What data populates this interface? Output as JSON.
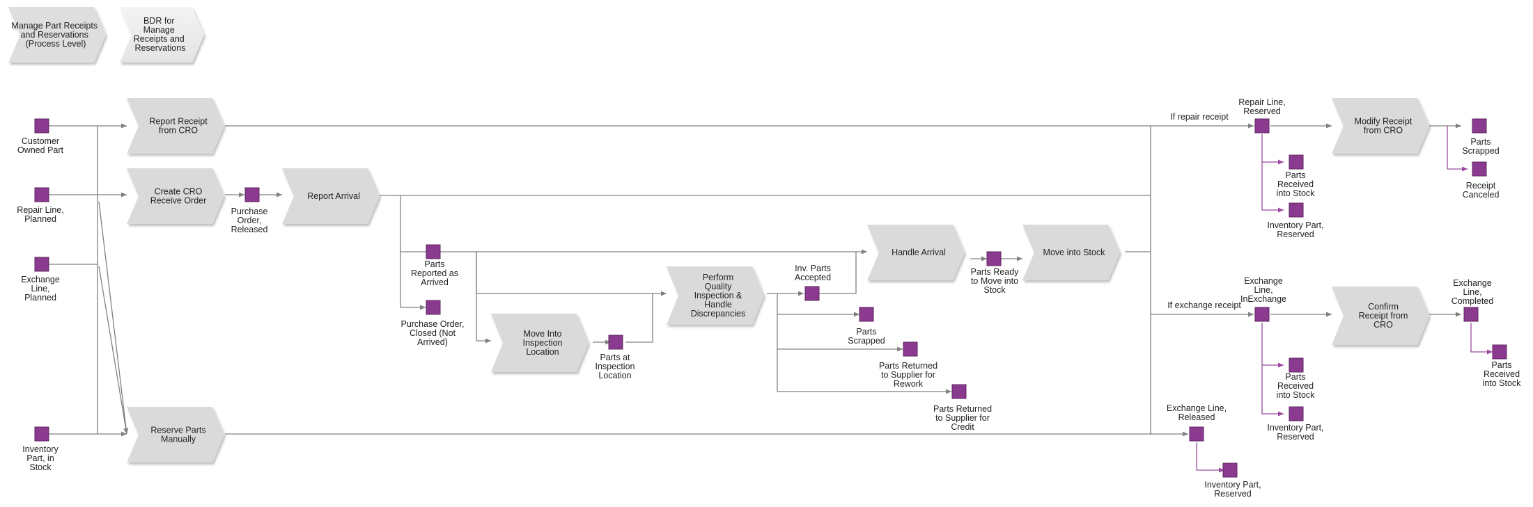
{
  "colors": {
    "process_fill": "#dadada",
    "header_process_fill": "#dedede",
    "header_process_fill_light": "#ececec",
    "state_fill": "#8a3b8f",
    "state_border": "#5e2462",
    "connector_gray": "#808080",
    "connector_purple": "#9b4aa0",
    "text": "#222222"
  },
  "header": {
    "process_level": [
      "Manage Part Receipts",
      "and Reservations",
      "(Process Level)"
    ],
    "bdr": [
      "BDR for",
      "Manage",
      "Receipts and",
      "Reservations"
    ]
  },
  "processes": {
    "report_receipt_cro": [
      "Report Receipt",
      "from CRO"
    ],
    "create_cro_receive_order": [
      "Create CRO",
      "Receive Order"
    ],
    "report_arrival": [
      "Report Arrival"
    ],
    "reserve_parts_manually": [
      "Reserve Parts",
      "Manually"
    ],
    "move_into_inspection": [
      "Move Into",
      "Inspection",
      "Location"
    ],
    "perform_quality_inspection": [
      "Perform",
      "Quality",
      "Inspection &",
      "Handle",
      "Discrepancies"
    ],
    "handle_arrival": [
      "Handle Arrival"
    ],
    "move_into_stock": [
      "Move into Stock"
    ],
    "modify_receipt_cro": [
      "Modify Receipt",
      "from CRO"
    ],
    "confirm_receipt_cro": [
      "Confirm",
      "Receipt from",
      "CRO"
    ]
  },
  "states": {
    "customer_owned_part": [
      "Customer",
      "Owned Part"
    ],
    "repair_line_planned": [
      "Repair Line,",
      "Planned"
    ],
    "exchange_line_planned": [
      "Exchange",
      "Line,",
      "Planned"
    ],
    "inventory_part_in_stock": [
      "Inventory",
      "Part, in",
      "Stock"
    ],
    "purchase_order_released": [
      "Purchase",
      "Order,",
      "Released"
    ],
    "parts_reported_arrived": [
      "Parts",
      "Reported as",
      "Arrived"
    ],
    "purchase_order_closed": [
      "Purchase Order,",
      "Closed (Not",
      "Arrived)"
    ],
    "parts_at_inspection": [
      "Parts at",
      "Inspection",
      "Location"
    ],
    "inv_parts_accepted": [
      "Inv. Parts",
      "Accepted"
    ],
    "parts_scrapped_mid": [
      "Parts",
      "Scrapped"
    ],
    "parts_returned_rework": [
      "Parts Returned",
      "to Supplier for",
      "Rework"
    ],
    "parts_returned_credit": [
      "Parts Returned",
      "to Supplier for",
      "Credit"
    ],
    "parts_ready_move_stock": [
      "Parts Ready",
      "to Move into",
      "Stock"
    ],
    "repair_line_reserved": [
      "Repair Line,",
      "Reserved"
    ],
    "parts_received_stock_1": [
      "Parts",
      "Received",
      "into Stock"
    ],
    "inventory_part_reserved_1": [
      "Inventory Part,",
      "Reserved"
    ],
    "parts_scrapped_right": [
      "Parts",
      "Scrapped"
    ],
    "receipt_canceled": [
      "Receipt",
      "Canceled"
    ],
    "exchange_line_inexchange": [
      "Exchange",
      "Line,",
      "InExchange"
    ],
    "parts_received_stock_2": [
      "Parts",
      "Received",
      "into Stock"
    ],
    "inventory_part_reserved_2": [
      "Inventory Part,",
      "Reserved"
    ],
    "exchange_line_completed": [
      "Exchange",
      "Line,",
      "Completed"
    ],
    "parts_received_stock_3": [
      "Parts",
      "Received",
      "into Stock"
    ],
    "exchange_line_released": [
      "Exchange Line,",
      "Released"
    ],
    "inventory_part_reserved_3": [
      "Inventory Part,",
      "Reserved"
    ]
  },
  "conditions": {
    "if_repair_receipt": "If repair receipt",
    "if_exchange_receipt": "If exchange receipt"
  }
}
